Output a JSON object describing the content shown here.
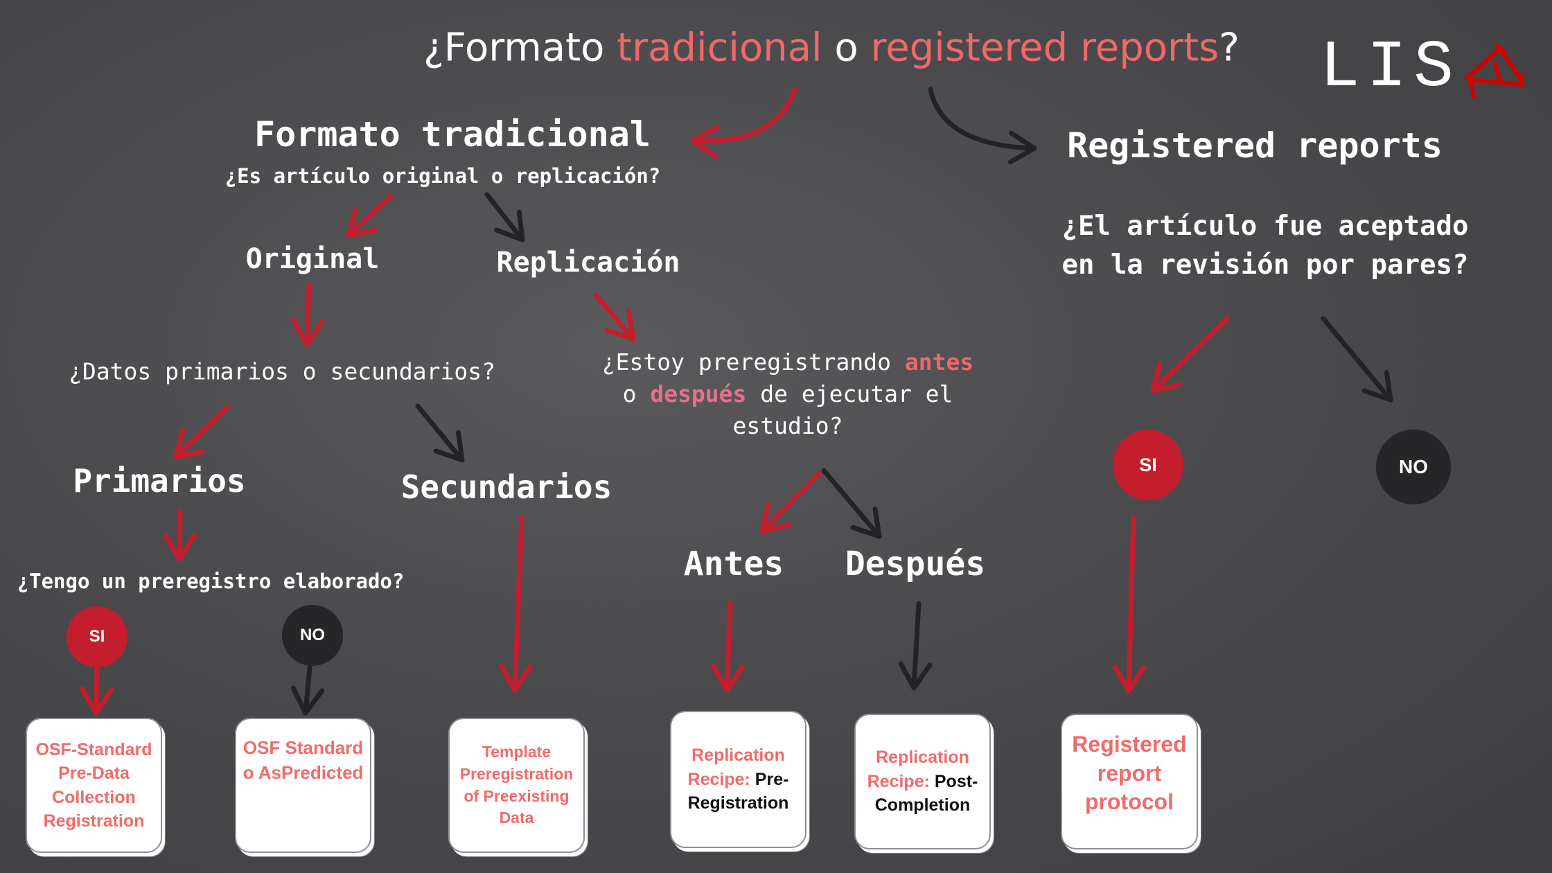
{
  "title": {
    "prefix": "¿Formato ",
    "opt1": "tradicional",
    "middle": " o ",
    "opt2": "registered reports",
    "suffix": "?"
  },
  "logo": {
    "text": "LIS",
    "accent_letter": "A"
  },
  "traditional": {
    "heading": "Formato tradicional",
    "question": "¿Es artículo original o replicación?",
    "original": "Original",
    "replication": "Replicación",
    "data_question": "¿Datos primarios o secundarios?",
    "primary": "Primarios",
    "secondary": "Secundarios",
    "prereg_question": "¿Tengo un preregistro elaborado?",
    "yes": "SI",
    "no": "NO",
    "timing_question": {
      "l1_prefix": "¿Estoy preregistrando ",
      "l1_accent": "antes",
      "l2_prefix": "o ",
      "l2_accent": "después",
      "l2_suffix": " de ejecutar el",
      "l3": "estudio?"
    },
    "before": "Antes",
    "after": "Después"
  },
  "registered": {
    "heading": "Registered reports",
    "question_l1": "¿El artículo fue aceptado",
    "question_l2": "en la revisión por pares?",
    "yes": "SI",
    "no": "NO"
  },
  "templates": [
    {
      "red": "OSF-Standard Pre-Data Collection Registration",
      "black": ""
    },
    {
      "red": "OSF Standard o AsPredicted",
      "black": ""
    },
    {
      "red": "Template Preregistration of Preexisting Data",
      "black": ""
    },
    {
      "red": "Replication Recipe:",
      "black": " Pre-Registration"
    },
    {
      "red": "Replication Recipe:",
      "black": " Post-Completion"
    },
    {
      "red": "Registered report protocol",
      "black": ""
    }
  ],
  "colors": {
    "red": "#c41e2e",
    "black": "#232325",
    "accent_text": "#f06868",
    "yes_circle": "#c41e2e",
    "no_circle": "#262628"
  }
}
